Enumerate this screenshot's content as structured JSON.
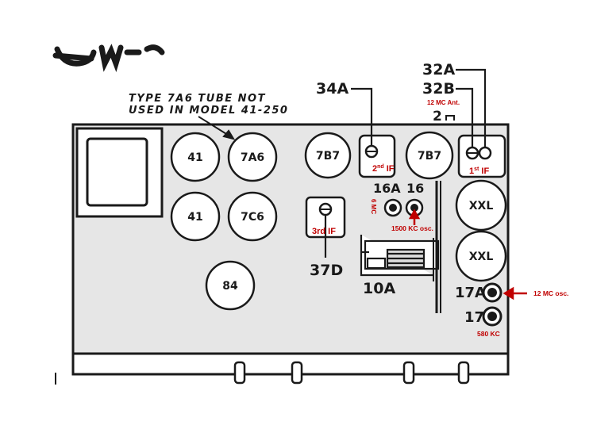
{
  "note": {
    "line1": "TYPE 7A6 TUBE NOT",
    "line2": "USED IN MODEL 41-250"
  },
  "tubes": {
    "t41a": "41",
    "t7a6": "7A6",
    "t7b7a": "7B7",
    "t7b7b": "7B7",
    "t41b": "41",
    "t7c6": "7C6",
    "t84": "84",
    "xxl1": "XXL",
    "xxl2": "XXL"
  },
  "labels": {
    "l34a": "34A",
    "l32a": "32A",
    "l32b": "32B",
    "l2": "2",
    "l16a": "16A",
    "l16": "16",
    "l37d": "37D",
    "l10a": "10A",
    "l17a": "17A",
    "l17": "17"
  },
  "annotations": {
    "ant12": "12 MC Ant.",
    "if2_num": "2",
    "if2_sup": "nd",
    "if2_txt": " IF",
    "if1_num": "1",
    "if1_sup": "st",
    "if1_txt": " IF",
    "if3": "3rd IF",
    "mc6": "6 MC",
    "osc1500": "1500 KC osc.",
    "osc12": "12 MC osc.",
    "kc580": "580 KC"
  },
  "colors": {
    "ink": "#1a1a1a",
    "annotation": "#c00000",
    "chassis": "#e6e6e6"
  }
}
